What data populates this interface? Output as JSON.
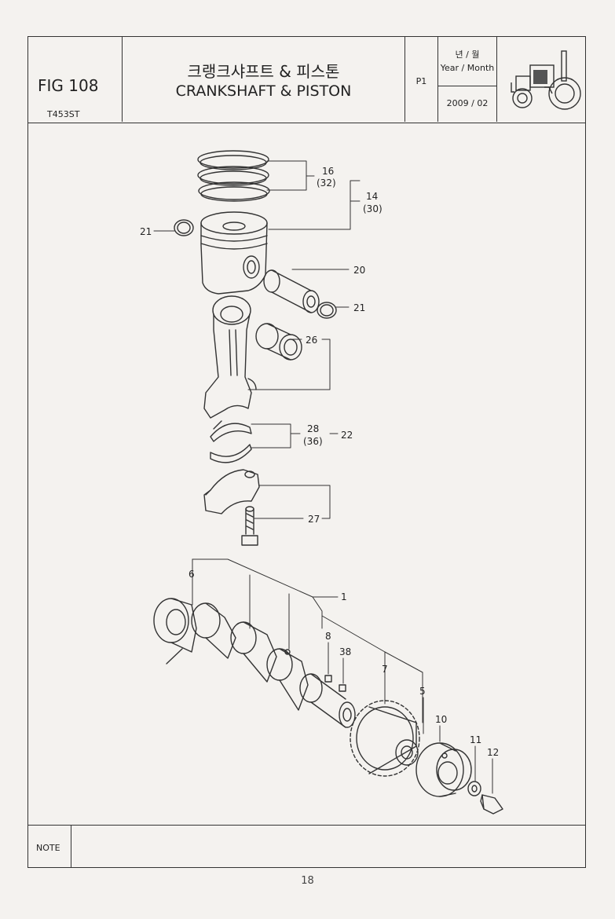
{
  "header": {
    "fig_label": "FIG 108",
    "model": "T453ST",
    "title_korean": "크랭크샤프트 & 피스톤",
    "title_english": "CRANKSHAFT & PISTON",
    "page": "P1",
    "year_month_korean": "년 / 월",
    "year_month_english": "Year / Month",
    "date": "2009 / 02"
  },
  "callouts": {
    "c16": "16",
    "c32": "(32)",
    "c14": "14",
    "c30": "(30)",
    "c21a": "21",
    "c20": "20",
    "c21b": "21",
    "c26": "26",
    "c28": "28",
    "c36": "(36)",
    "c22": "22",
    "c27": "27",
    "c6": "6",
    "c1": "1",
    "c8": "8",
    "c38": "38",
    "c7": "7",
    "c5": "5",
    "c10": "10",
    "c11": "11",
    "c12": "12"
  },
  "footer": {
    "note_label": "NOTE",
    "page_number": "18"
  },
  "icons": {
    "tractor": "tractor-icon"
  }
}
